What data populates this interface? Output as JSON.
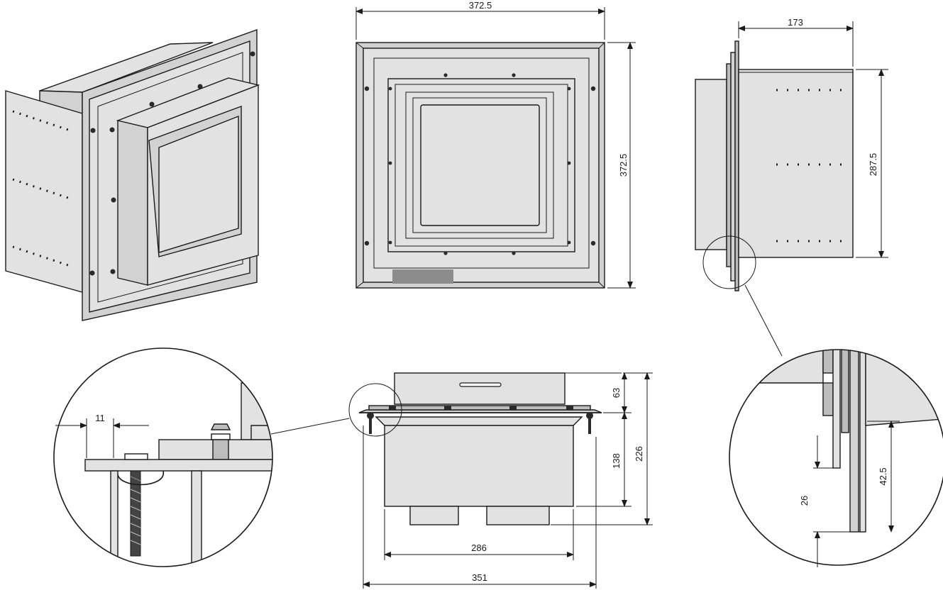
{
  "dimensions": {
    "front_width": "372.5",
    "front_height": "372.5",
    "side_depth": "173",
    "side_height": "287.5",
    "bottom_top_height": "63",
    "bottom_body_height": "138",
    "bottom_total_height": "226",
    "bottom_inner_width": "286",
    "bottom_outer_width": "351",
    "detail_left_offset": "11",
    "detail_right_small": "26",
    "detail_right_large": "42.5"
  },
  "colors": {
    "line": "#1a1a1a",
    "face_light": "#e2e2e2",
    "face_mid": "#d2d2d2",
    "face_dark": "#bdbdbd",
    "label_strip": "#8c8c8c"
  }
}
